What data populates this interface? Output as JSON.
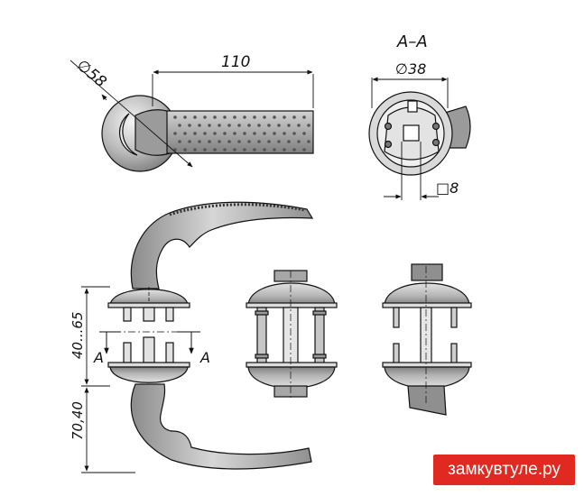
{
  "dimensions": {
    "top_diameter": "∅58",
    "top_length": "110",
    "section_label": "A–A",
    "section_diameter": "∅38",
    "square": "□8",
    "range_left": "40...65",
    "length_left": "70,40",
    "cut_a_left": "A",
    "cut_a_right": "A"
  },
  "watermark": {
    "text": "замкувтуле.ру"
  },
  "colors": {
    "line": "#111111",
    "fill_light": "#eeeeee",
    "fill_mid": "#bdbdbd",
    "fill_dark": "#8a8a8a",
    "brand_red": "#e02a21"
  }
}
